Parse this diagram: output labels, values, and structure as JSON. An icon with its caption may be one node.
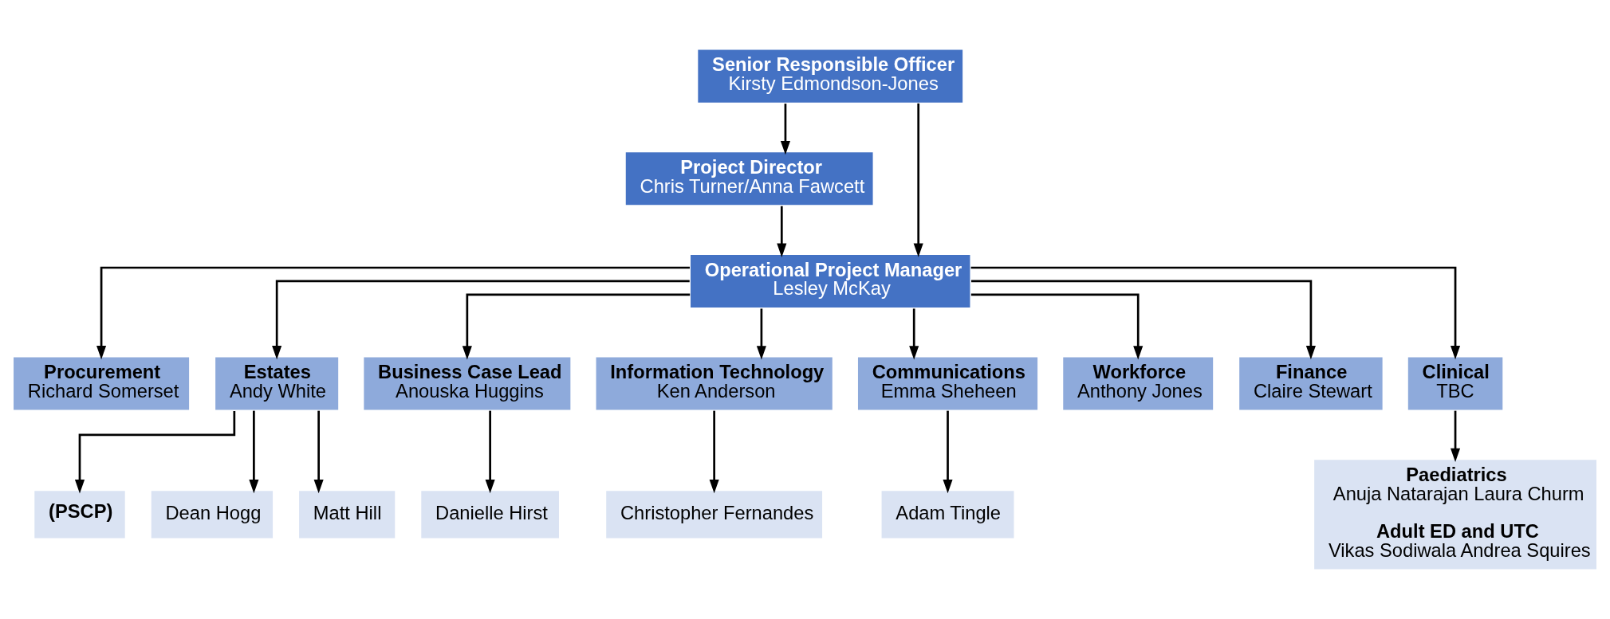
{
  "diagram": {
    "nodes": [
      {
        "text": [
          "Senior Responsible Officer",
          "Kirsty Edmondson-Jones"
        ]
      },
      {
        "text": [
          "Project Director",
          "Chris Turner/Anna Fawcett"
        ]
      },
      {
        "text": [
          "Operational Project Manager",
          "Lesley McKay"
        ]
      },
      {
        "text": [
          "Procurement",
          "Richard Somerset"
        ]
      },
      {
        "text": [
          "Estates",
          "Andy White"
        ]
      },
      {
        "text": [
          "Business Case Lead",
          "Anouska Huggins"
        ]
      },
      {
        "text": [
          "Information Technology",
          "Ken Anderson"
        ]
      },
      {
        "text": [
          "Communications",
          "Emma Sheheen"
        ]
      },
      {
        "text": [
          "Workforce",
          "Anthony Jones"
        ]
      },
      {
        "text": [
          "Finance",
          "Claire Stewart"
        ]
      },
      {
        "text": [
          "Clinical",
          "TBC"
        ]
      },
      {
        "text": [
          "Danielle Hirst"
        ]
      },
      {
        "text": [
          "Christopher Fernandes"
        ]
      },
      {
        "text": [
          "Adam Tingle"
        ]
      },
      {
        "text": [
          "Paediatrics",
          "Anuja Natarajan Laura Churm",
          "Adult ED and UTC",
          "Vikas Sodiwala Andrea Squires"
        ]
      },
      {
        "text": [
          "(PSCP)"
        ]
      },
      {
        "text": [
          "Dean Hogg"
        ]
      },
      {
        "text": [
          "Matt Hill"
        ]
      }
    ],
    "edges": [
      {
        "from": 0,
        "to": 1,
        "arrow": "to"
      },
      {
        "from": 0,
        "to": 2,
        "arrow": "to"
      },
      {
        "from": 1,
        "to": 2,
        "arrow": "to"
      },
      {
        "from": 2,
        "to": 3,
        "arrow": "to"
      },
      {
        "from": 2,
        "to": 4,
        "arrow": "to"
      },
      {
        "from": 2,
        "to": 5,
        "arrow": "to"
      },
      {
        "from": 2,
        "to": 6,
        "arrow": "to"
      },
      {
        "from": 2,
        "to": 7,
        "arrow": "to"
      },
      {
        "from": 2,
        "to": 8,
        "arrow": "to"
      },
      {
        "from": 2,
        "to": 9,
        "arrow": "to"
      },
      {
        "from": 2,
        "to": 10,
        "arrow": "to"
      },
      {
        "from": 5,
        "to": 11,
        "arrow": "to"
      },
      {
        "from": 6,
        "to": 12,
        "arrow": "to"
      },
      {
        "from": 7,
        "to": 13,
        "arrow": "to"
      },
      {
        "from": 10,
        "to": 14,
        "arrow": "to"
      },
      {
        "from": 4,
        "to": 15,
        "arrow": "to"
      },
      {
        "from": 4,
        "to": 16,
        "arrow": "to"
      },
      {
        "from": 4,
        "to": 17,
        "arrow": "to"
      }
    ]
  }
}
